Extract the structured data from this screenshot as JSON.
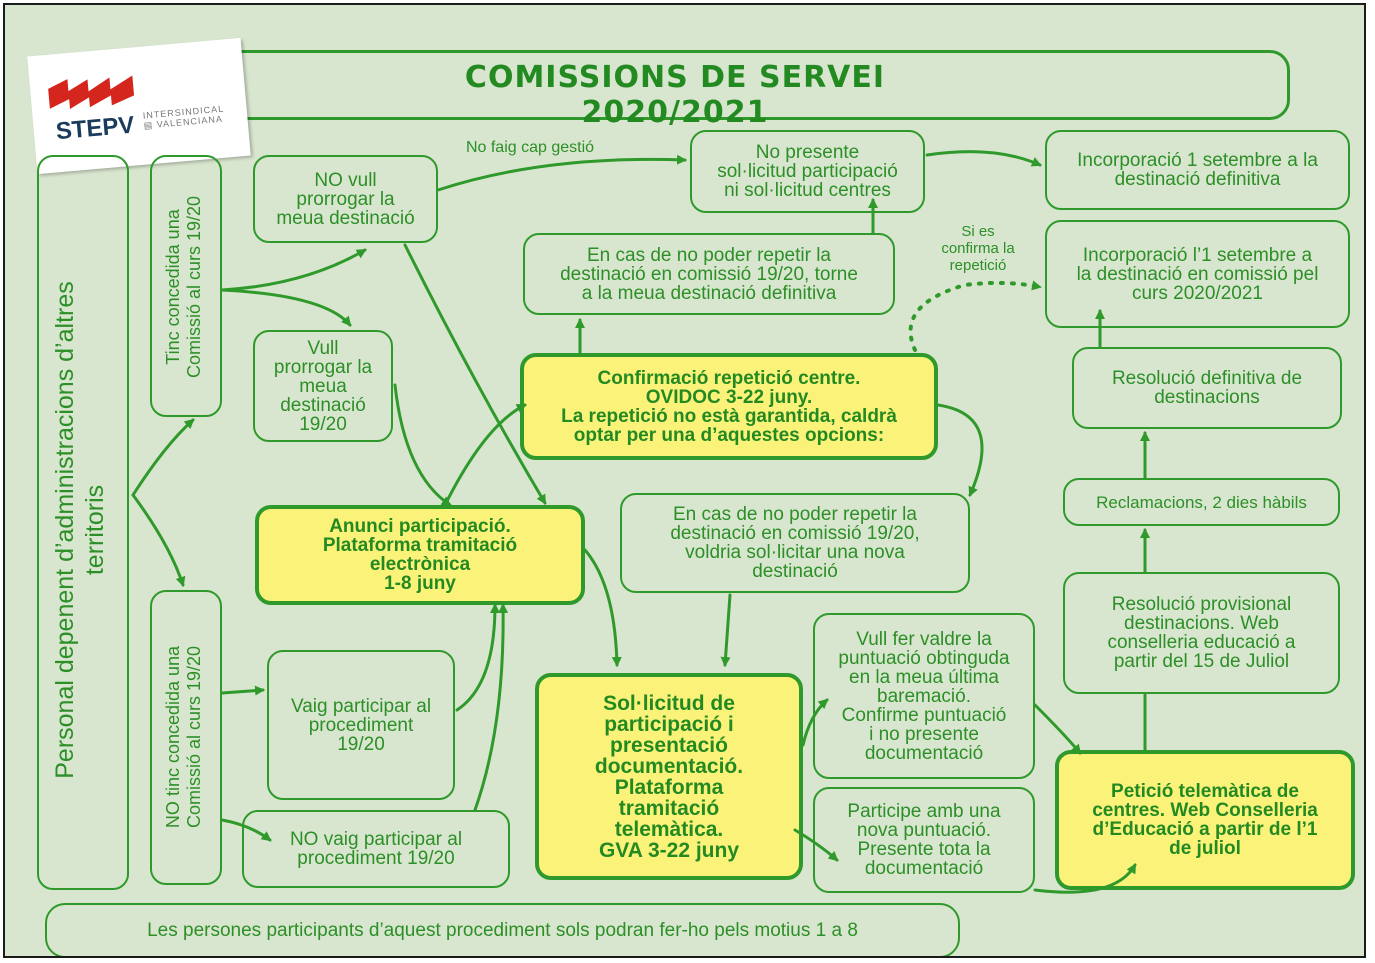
{
  "title": "COMISSIONS DE SERVEI 2020/2021",
  "logo": {
    "name": "STEPV",
    "subtitle": "INTERSINDICAL\n▤ VALENCIANA"
  },
  "left_label": "Personal depenent d’administracions d’altres\nterritoris",
  "vertical_boxes": {
    "tinc": "Tinc concedida una\nComissió al curs 19/20",
    "no_tinc": "NO tinc concedida una\nComissió al curs 19/20"
  },
  "boxes": {
    "no_vull": "NO vull\nprorrogar la\nmeua destinació",
    "vull": "Vull\nprorrogar la\nmeua\ndestinació\n19/20",
    "no_presente": "No presente\nsol·licitud participació\nni sol·licitud centres",
    "incorp_definitiva": "Incorporació 1 setembre a la\ndestinació definitiva",
    "en_cas_torne": "En cas de no poder repetir la\ndestinació en comissió 19/20, torne\na la meua destinació definitiva",
    "incorp_comissio": "Incorporació l’1 setembre a\nla destinació en comissió pel\ncurs 2020/2021",
    "confirmacio": "Confirmació repetició centre.\nOVIDOC 3-22 juny.\nLa repetició no està garantida, caldrà\noptar per una d’aquestes opcions:",
    "resolucio_def": "Resolució definitiva de\ndestinacions",
    "anunci": "Anunci participació.\nPlataforma tramitació\nelectrònica\n1-8 juny",
    "en_cas_nova": "En cas de no poder repetir la\ndestinació en comissió 19/20,\nvoldria sol·licitar una nova\ndestinació",
    "reclamacions": "Reclamacions, 2 dies hàbils",
    "resolucio_prov": "Resolució provisional\ndestinacions. Web\nconselleria educació  a\npartir del 15 de Juliol",
    "vull_fer_valdre": "Vull fer valdre la\npuntuació obtinguda\nen la meua última\nbaremació.\nConfirme puntuació\ni no presente\ndocumentació",
    "vaig_participar": "Vaig participar al\nprocediment\n19/20",
    "solicitud": "Sol·licitud de\nparticipació i\npresentació\ndocumentació.\nPlataforma\ntramitació\ntelemàtica.\nGVA 3-22 juny",
    "peticio": "Petició telemàtica de\ncentres. Web Conselleria\nd’Educació a partir de l’1\nde juliol",
    "participe": "Participe amb una\nnova puntuació.\nPresente tota la\ndocumentació",
    "no_vaig_participar": "NO vaig participar al\nprocediment 19/20"
  },
  "notes": {
    "no_faig": "No faig cap gestió",
    "si_es": "Si es\nconfirma la\nrepetició"
  },
  "footer": "Les persones participants d’aquest procediment sols podran fer-ho pels motius 1 a 8",
  "colors": {
    "green": "#2f9a2b",
    "background": "#d9e6cf",
    "highlight": "#fbf27a",
    "logo_red": "#d4261d"
  }
}
